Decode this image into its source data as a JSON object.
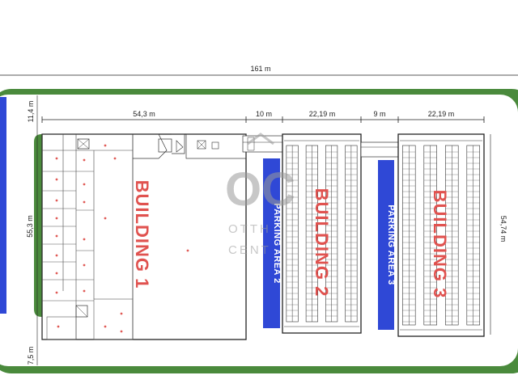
{
  "dimensions": {
    "total_width": "161 m",
    "building1_width": "54,3 m",
    "gap1": "10 m",
    "building2_width": "22,19 m",
    "gap2": "9 m",
    "building3_width": "22,19 m",
    "top_setback": "11,4 m",
    "left_depth": "55,3 m",
    "bottom_setback": "7,5 m",
    "right_depth": "54,74 m"
  },
  "buildings": {
    "building1": "BUILDING 1",
    "building2": "BUILDING 2",
    "building3": "BUILDING 3"
  },
  "parking": {
    "area2": "PARKING AREA 2",
    "area3": "PARKING AREA 3"
  },
  "watermark": {
    "logo": "OC",
    "line1": "OTTH",
    "line2": "CENT"
  },
  "colors": {
    "green_border": "#4a8a3c",
    "parking_blue": "#2f48d6",
    "label_red": "#e0524f",
    "line": "#222222"
  }
}
